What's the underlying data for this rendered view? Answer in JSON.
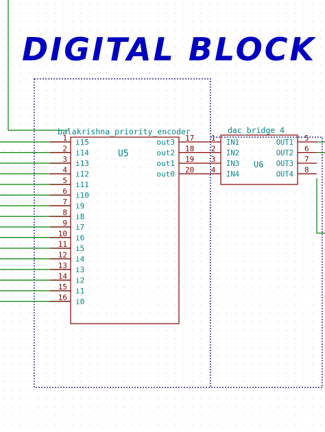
{
  "title": "DIGITAL BLOCK",
  "colors": {
    "background": "#ffffff",
    "grid_dot": "#b8b8b8",
    "wire": "#008000",
    "component_body": "#840000",
    "component_text": "#008484",
    "pin_number": "#840000",
    "block_frame": "#000084",
    "title_text": "#0000c0"
  },
  "encoder": {
    "name": "balakrishna_priority_encoder",
    "ref": "U5",
    "inputs": [
      {
        "num": "1",
        "label": "i15"
      },
      {
        "num": "2",
        "label": "i14"
      },
      {
        "num": "3",
        "label": "i13"
      },
      {
        "num": "4",
        "label": "i12"
      },
      {
        "num": "5",
        "label": "i11"
      },
      {
        "num": "6",
        "label": "i10"
      },
      {
        "num": "7",
        "label": "i9"
      },
      {
        "num": "8",
        "label": "i8"
      },
      {
        "num": "9",
        "label": "i7"
      },
      {
        "num": "10",
        "label": "i6"
      },
      {
        "num": "11",
        "label": "i5"
      },
      {
        "num": "12",
        "label": "i4"
      },
      {
        "num": "13",
        "label": "i3"
      },
      {
        "num": "14",
        "label": "i2"
      },
      {
        "num": "15",
        "label": "i1"
      },
      {
        "num": "16",
        "label": "i0"
      }
    ],
    "outputs": [
      {
        "num": "17",
        "label": "out3"
      },
      {
        "num": "18",
        "label": "out2"
      },
      {
        "num": "19",
        "label": "out1"
      },
      {
        "num": "20",
        "label": "out0"
      }
    ]
  },
  "dac": {
    "name": "dac_bridge_4",
    "ref": "U6",
    "inputs": [
      {
        "num": "1",
        "label": "IN1"
      },
      {
        "num": "2",
        "label": "IN2"
      },
      {
        "num": "3",
        "label": "IN3"
      },
      {
        "num": "4",
        "label": "IN4"
      }
    ],
    "outputs": [
      {
        "num": "5",
        "label": "OUT1"
      },
      {
        "num": "6",
        "label": "OUT2"
      },
      {
        "num": "7",
        "label": "OUT3"
      },
      {
        "num": "8",
        "label": "OUT4"
      }
    ]
  }
}
